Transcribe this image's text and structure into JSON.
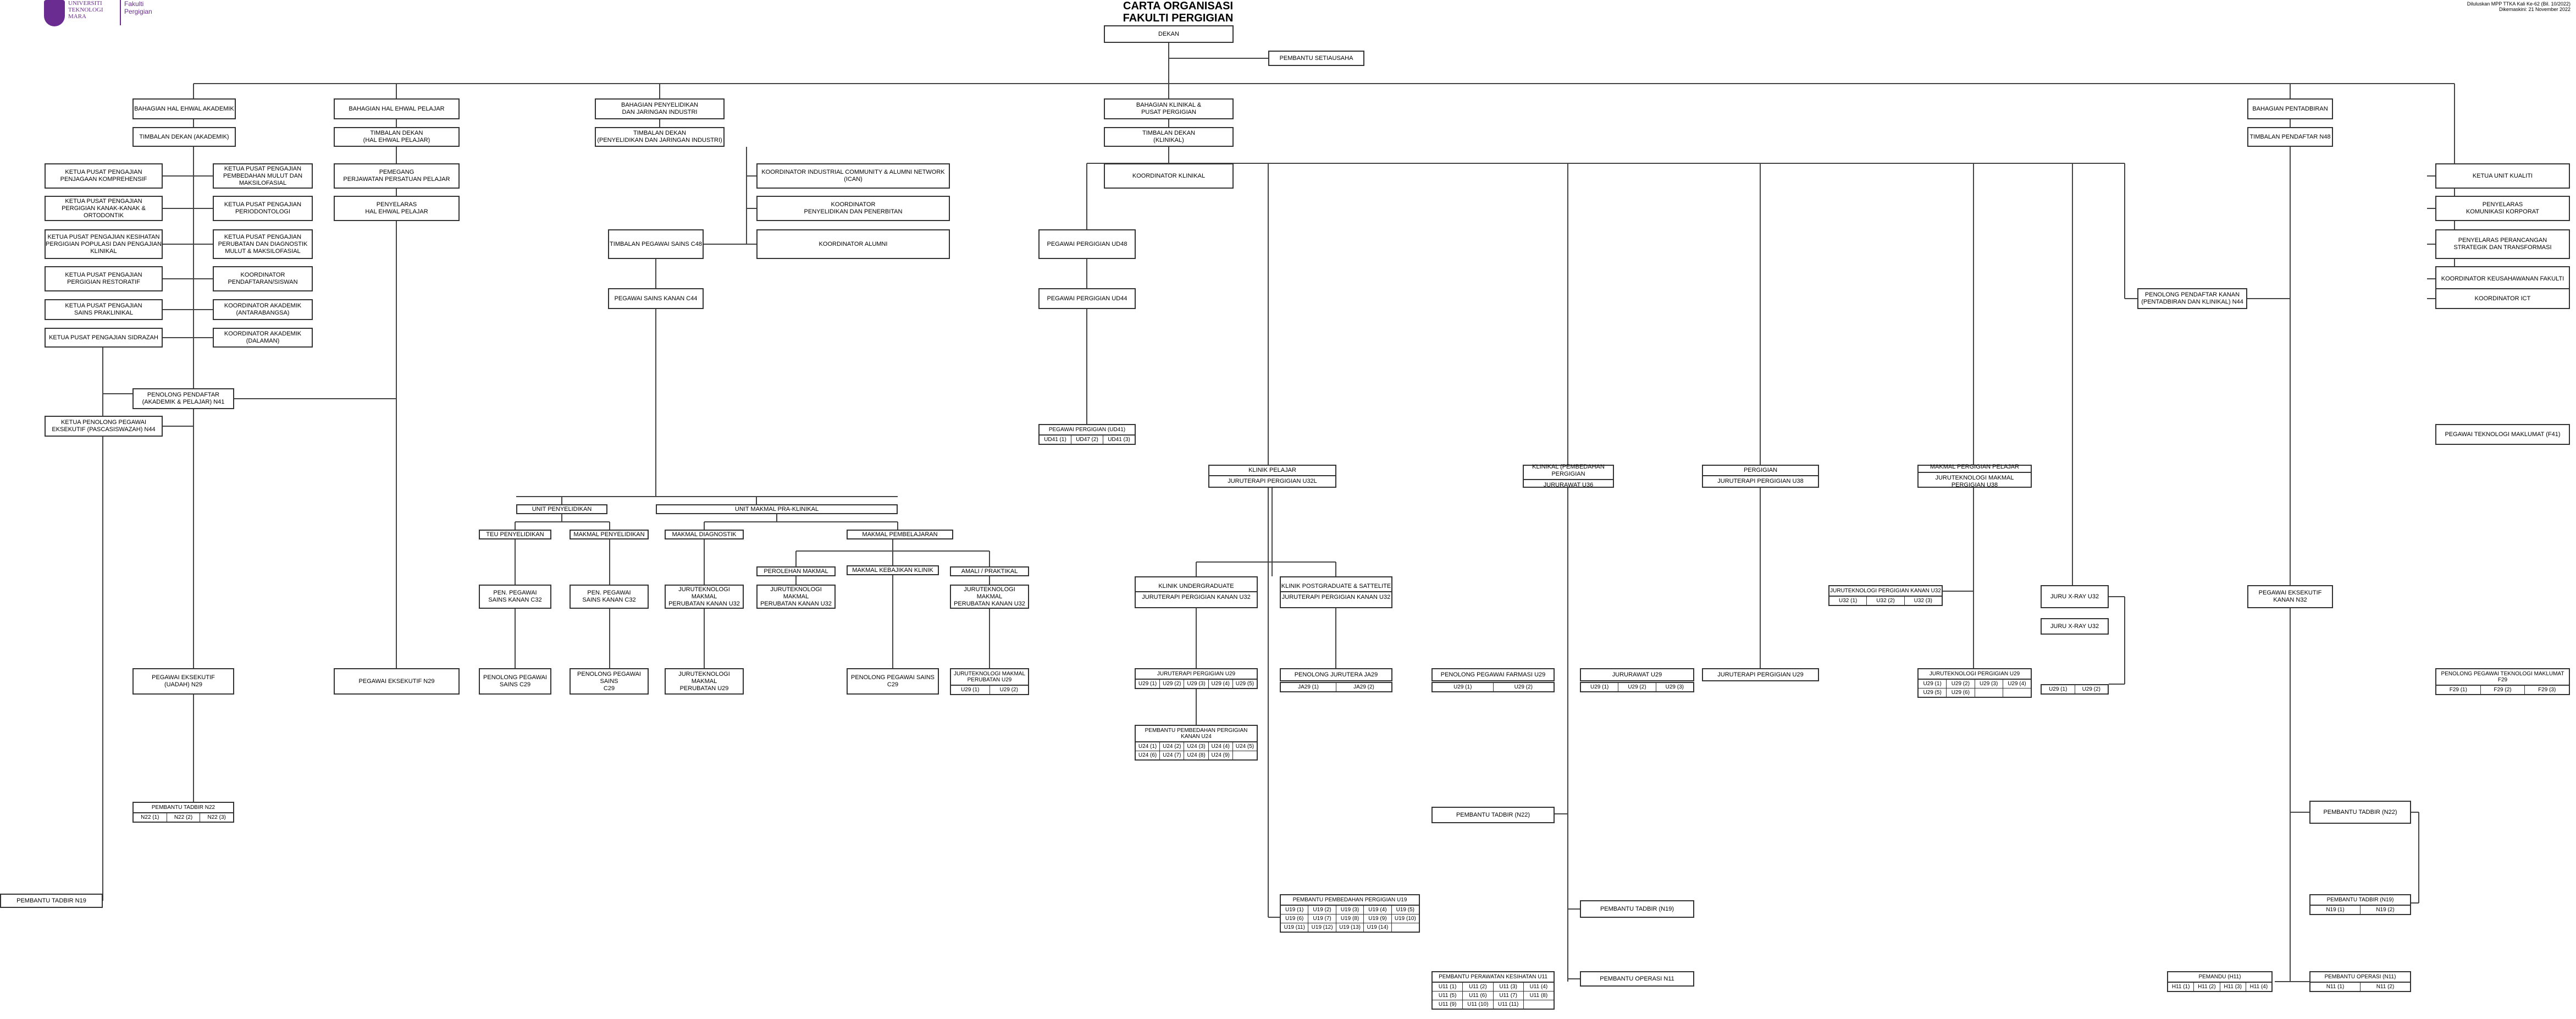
{
  "header": {
    "title1": "CARTA ORGANISASI",
    "title2": "FAKULTI PERGIGIAN",
    "approved": "Diluluskan MPP TTKA Kali Ke-62 (Bil. 10/2022)",
    "date": "Dikemaskini: 21 November 2022",
    "logo_text": "UNIVERSITI\nTEKNOLOGI\nMARA",
    "logo_faculty": "Fakulti\nPergigian"
  },
  "boxes": {
    "dekan": "DEKAN",
    "setiausaha": "PEMBANTU SETIAUSAHA",
    "hea": "BAHAGIAN HAL EHWAL AKADEMIK",
    "hep": "BAHAGIAN HAL EHWAL PELAJAR",
    "pji": "BAHAGIAN PENYELIDIKAN\nDAN JARINGAN INDUSTRI",
    "klinikal": "BAHAGIAN KLINIKAL &\nPUSAT PERGIGIAN",
    "pentadbiran": "BAHAGIAN PENTADBIRAN",
    "td_akademik": "TIMBALAN DEKAN (AKADEMIK)",
    "td_hep": "TIMBALAN DEKAN\n(HAL EHWAL PELAJAR)",
    "td_pji": "TIMBALAN DEKAN\n(PENYELIDIKAN DAN JARINGAN INDUSTRI)",
    "td_klinikal": "TIMBALAN DEKAN\n(KLINIKAL)",
    "tp_n48": "TIMBALAN PENDAFTAR N48",
    "kp1": "KETUA PUSAT PENGAJIAN\nPENJAGAAN KOMPREHENSIF",
    "kp2": "KETUA PUSAT PENGAJIAN\nPERGIGIAN KANAK-KANAK & ORTODONTIK",
    "kp3": "KETUA PUSAT PENGAJIAN KESIHATAN\nPERGIGIAN POPULASI DAN PENGAJIAN\nKLINIKAL",
    "kp4": "KETUA PUSAT PENGAJIAN\nPERGIGIAN RESTORATIF",
    "kp5": "KETUA PUSAT PENGAJIAN\nSAINS PRAKLINIKAL",
    "kp6": "KETUA PUSAT PENGAJIAN SIDRAZAH",
    "kp7": "KETUA PUSAT PENGAJIAN\nPEMBEDAHAN MULUT DAN\nMAKSILOFASIAL",
    "kp8": "KETUA PUSAT PENGAJIAN\nPERIODONTOLOGI",
    "kp9": "KETUA PUSAT PENGAJIAN\nPERUBATAN DAN DIAGNOSTIK\nMULUT & MAKSILOFASIAL",
    "ko_pendaftar": "KOORDINATOR\nPENDAFTARAN/SISWAN",
    "ko_antarabangsa": "KOORDINATOR AKADEMIK\n(ANTARABANGSA)",
    "ko_dalaman": "KOORDINATOR AKADEMIK\n(DALAMAN)",
    "pp_akademik": "PENOLONG PENDAFTAR\n(AKADEMIK & PELAJAR) N41",
    "kpp_eks": "KETUA PENOLONG PEGAWAI\nEKSEKUTIF (PASCASISWAZAH) N44",
    "pemegang": "PEMEGANG\nPERJAWATAN PERSATUAN PELAJAR",
    "penyelaras_hep": "PENYELARAS\nHAL EHWAL PELAJAR",
    "ko_industri": "KOORDINATOR INDUSTRIAL COMMUNITY & ALUMNI NETWORK (ICAN)",
    "ko_penyelidikan": "KOORDINATOR\nPENYELIDIKAN DAN PENERBITAN",
    "ko_alumni": "KOORDINATOR ALUMNI",
    "ko_klinikal": "KOORDINATOR KLINIKAL",
    "tps_c48": "TIMBALAN PEGAWAI SAINS C48",
    "psk_c44": "PEGAWAI SAINS KANAN C44",
    "pp_ud48": "PEGAWAI PERGIGIAN UD48",
    "pp_ud44": "PEGAWAI PERGIGIAN UD44",
    "unit_penyelidikan": "UNIT PENYELIDIKAN",
    "unit_praklinikal": "UNIT MAKMAL PRA-KLINIKAL",
    "teu": "TEU PENYELIDIKAN",
    "mak_penyelidikan": "MAKMAL PENYELIDIKAN",
    "mak_diagnostik": "MAKMAL DIAGNOSTIK",
    "mak_pembelajaran": "MAKMAL PEMBELAJARAN",
    "perolehan": "PEROLEHAN MAKMAL",
    "kebajikan": "MAKMAL KEBAJIKAN KLINIK",
    "amali": "AMALI / PRAKTIKAL",
    "pps_c32a": "PEN. PEGAWAI\nSAINS KANAN C32",
    "pps_c32b": "PEN. PEGAWAI\nSAINS KANAN C32",
    "jt_u32a": "JURUTEKNOLOGI MAKMAL\nPERUBATAN KANAN U32",
    "jt_u32b": "JURUTEKNOLOGI MAKMAL\nPERUBATAN KANAN U32",
    "jt_u32c": "JURUTEKNOLOGI MAKMAL\nPERUBATAN KANAN U32",
    "pps_c29a": "PENOLONG PEGAWAI\nSAINS C29",
    "pps_c29b": "PENOLONG PEGAWAI SAINS\nC29",
    "jt_u29a": "JURUTEKNOLOGI MAKMAL\nPERUBATAN U29",
    "pps_c29c": "PENOLONG PEGAWAI SAINS C29",
    "pe_n29a": "PEGAWAI EKSEKUTIF\n(UADAH) N29",
    "pe_n29b": "PEGAWAI EKSEKUTIF N29",
    "pt_n19": "PEMBANTU TADBIR N19",
    "klinik_pelajar_h": "KLINIK PELAJAR",
    "klinik_pelajar_s": "JURUTERAPI PERGIGIAN U32L",
    "klinikal_pembedahan_h": "KLINIKAL (PEMBEDAHAN PERGIGIAN",
    "klinikal_pembedahan_s": "JURURAWAT U36",
    "pergigian_h": "PERGIGIAN",
    "pergigian_s": "JURUTERAPI PERGIGIAN U38",
    "makmal_pp_h": "MAKMAL PERGIGIAN PELAJAR",
    "makmal_pp_s": "JURUTEKNOLOGI MAKMAL PERGIGIAN U38",
    "ud_h": "KLINIK UNDERGRADUATE",
    "ud_s": "JURUTERAPI PERGIGIAN KANAN U32",
    "pg_h": "KLINIK POSTGRADUATE & SATTELITE",
    "pg_s": "JURUTERAPI PERGIGIAN KANAN U32",
    "pj_ja29": "PENOLONG JURUTERA JA29",
    "pp_farmasi": "PENOLONG PEGAWAI FARMASI U29",
    "jurutr_u29": "JURURAWAT U29",
    "jtp_u29": "JURUTERAPI PERGIGIAN U29",
    "jx_u32": "JURU X-RAY U32",
    "jx_u32b": "JURU X-RAY U32",
    "pek_n32": "PEGAWAI EKSEKUTIF KANAN N32",
    "ppk": "PENOLONG PENDAFTAR KANAN\n(PENTADBIRAN DAN KLINIKAL) N44",
    "ketua_kualiti": "KETUA UNIT KUALITI",
    "penyelaras_korporat": "PENYELARAS\nKOMUNIKASI KORPORAT",
    "penyelaras_strategi": "PENYELARAS PERANCANGAN\nSTRATEGIK DAN TRANSFORMASI",
    "ko_kewangan": "KOORDINATOR KEUSAHAWANAN FAKULTI",
    "ko_ict": "KOORDINATOR ICT",
    "pt_f41": "PEGAWAI TEKNOLOGI MAKLUMAT (F41)",
    "pt_n22_mid": "PEMBANTU TADBIR (N22)",
    "pt_n19_mid": "PEMBANTU TADBIR (N19)",
    "po_n11": "PEMBANTU OPERASI N11",
    "pt_n22_r": "PEMBANTU TADBIR (N22)"
  },
  "grids": {
    "ud41": {
      "title": "PEGAWAI PERGIGIAN (UD41)",
      "rows": [
        [
          "UD41 (1)",
          "UD47 (2)",
          "UD41 (3)"
        ]
      ]
    },
    "n22_left": {
      "title": "PEMBANTU TADBIR N22",
      "rows": [
        [
          "N22 (1)",
          "N22 (2)",
          "N22 (3)"
        ]
      ]
    },
    "u29_jt": {
      "title": "JURUTERAPI PERGIGIAN U29",
      "rows": [
        [
          "U29 (1)",
          "U29 (2)",
          "U29 (3)",
          "U29 (4)",
          "U29 (5)"
        ]
      ]
    },
    "u24": {
      "title": "PEMBANTU PEMBEDAHAN PERGIGIAN KANAN U24",
      "rows": [
        [
          "U24 (1)",
          "U24 (2)",
          "U24 (3)",
          "U24 (4)",
          "U24 (5)"
        ],
        [
          "U24 (6)",
          "U24 (7)",
          "U24 (8)",
          "U24 (9)",
          ""
        ]
      ]
    },
    "jt_u29s": {
      "title": "JURUTEKNOLOGI MAKMAL PERUBATAN U29",
      "rows": [
        [
          "U29 (1)",
          "U29 (2)"
        ]
      ]
    },
    "ja29": {
      "title": "",
      "rows": [
        [
          "JA29 (1)",
          "JA29 (2)"
        ]
      ]
    },
    "far": {
      "title": "",
      "rows": [
        [
          "U29 (1)",
          "U29 (2)"
        ]
      ]
    },
    "jr29": {
      "title": "",
      "rows": [
        [
          "U29 (1)",
          "U29 (2)",
          "U29 (3)"
        ]
      ]
    },
    "jtmp_u29": {
      "title": "JURUTEKNOLOGI PERGIGIAN U29",
      "rows": [
        [
          "U29 (1)",
          "U29 (2)",
          "U29 (3)",
          "U29 (4)"
        ],
        [
          "U29 (5)",
          "U29 (6)",
          "",
          ""
        ]
      ]
    },
    "jtmk_u32": {
      "title": "JURUTEKNOLOGI PERGIGIAN KANAN U32",
      "rows": [
        [
          "U32 (1)",
          "U32 (2)",
          "U32 (3)"
        ]
      ]
    },
    "xray": {
      "title": "",
      "rows": [
        [
          "U29 (1)",
          "U29 (2)"
        ]
      ]
    },
    "f29": {
      "title": "PENOLONG PEGAWAI TEKNOLOGI MAKLUMAT F29",
      "rows": [
        [
          "F29 (1)",
          "F29 (2)",
          "F29 (3)"
        ]
      ]
    },
    "u19": {
      "title": "PEMBANTU PEMBEDAHAN PERGIGIAN U19",
      "rows": [
        [
          "U19 (1)",
          "U19 (2)",
          "U19 (3)",
          "U19 (4)",
          "U19 (5)"
        ],
        [
          "U19 (6)",
          "U19 (7)",
          "U19 (8)",
          "U19 (9)",
          "U19 (10)"
        ],
        [
          "U19 (11)",
          "U19 (12)",
          "U19 (13)",
          "U19 (14)",
          ""
        ]
      ]
    },
    "u11": {
      "title": "PEMBANTU PERAWATAN KESIHATAN U11",
      "rows": [
        [
          "U11 (1)",
          "U11 (2)",
          "U11 (3)",
          "U11 (4)"
        ],
        [
          "U11 (5)",
          "U11 (6)",
          "U11 (7)",
          "U11 (8)"
        ],
        [
          "U11 (9)",
          "U11 (10)",
          "U11 (11)",
          ""
        ]
      ]
    },
    "n19r": {
      "title": "PEMBANTU TADBIR (N19)",
      "rows": [
        [
          "N19 (1)",
          "N19 (2)"
        ]
      ]
    },
    "h11": {
      "title": "PEMANDU (H11)",
      "rows": [
        [
          "H11 (1)",
          "H11 (2)",
          "H11 (3)",
          "H11 (4)"
        ]
      ]
    },
    "n11r": {
      "title": "PEMBANTU OPERASI (N11)",
      "rows": [
        [
          "N11 (1)",
          "N11 (2)"
        ]
      ]
    }
  }
}
